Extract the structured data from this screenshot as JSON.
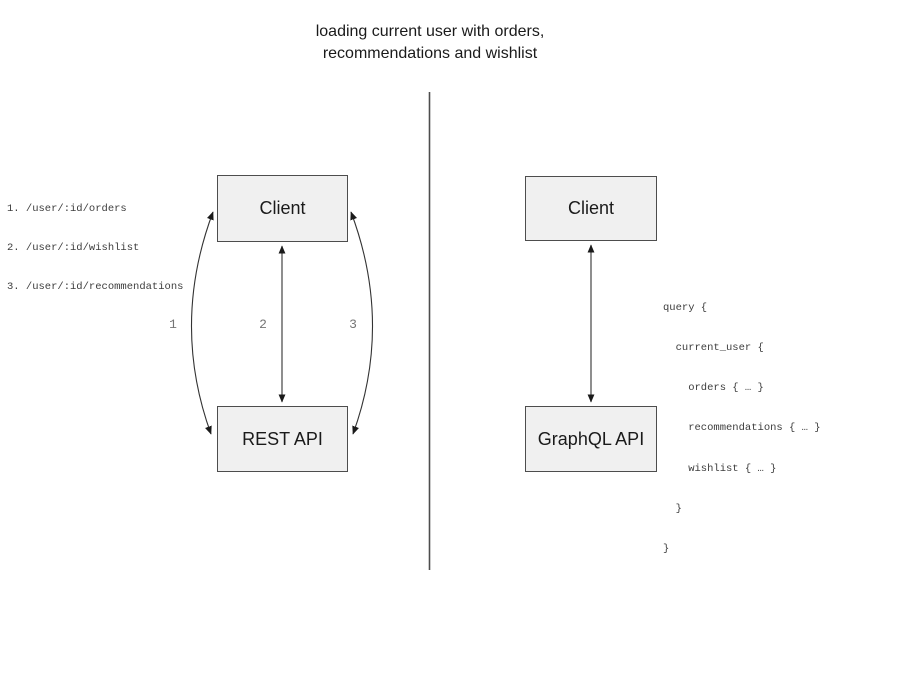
{
  "title": {
    "line1": "loading current user with orders,",
    "line2": "recommendations and wishlist"
  },
  "left_panel": {
    "endpoints": [
      "1. /user/:id/orders",
      "2. /user/:id/wishlist",
      "3. /user/:id/recommendations"
    ],
    "client_label": "Client",
    "api_label": "REST API",
    "arrow_labels": [
      "1",
      "2",
      "3"
    ]
  },
  "right_panel": {
    "client_label": "Client",
    "api_label": "GraphQL API",
    "query_lines": [
      "query {",
      "  current_user {",
      "    orders { … }",
      "    recommendations { … }",
      "    wishlist { … }",
      "  }",
      "}"
    ]
  },
  "colors": {
    "box_fill": "#f0f0f0",
    "box_border": "#4d4d4d",
    "arrow": "#333333",
    "divider": "#4d4d4d",
    "label_gray": "#757575",
    "code_text": "#3d3d3d",
    "text": "#1a1a1a"
  }
}
